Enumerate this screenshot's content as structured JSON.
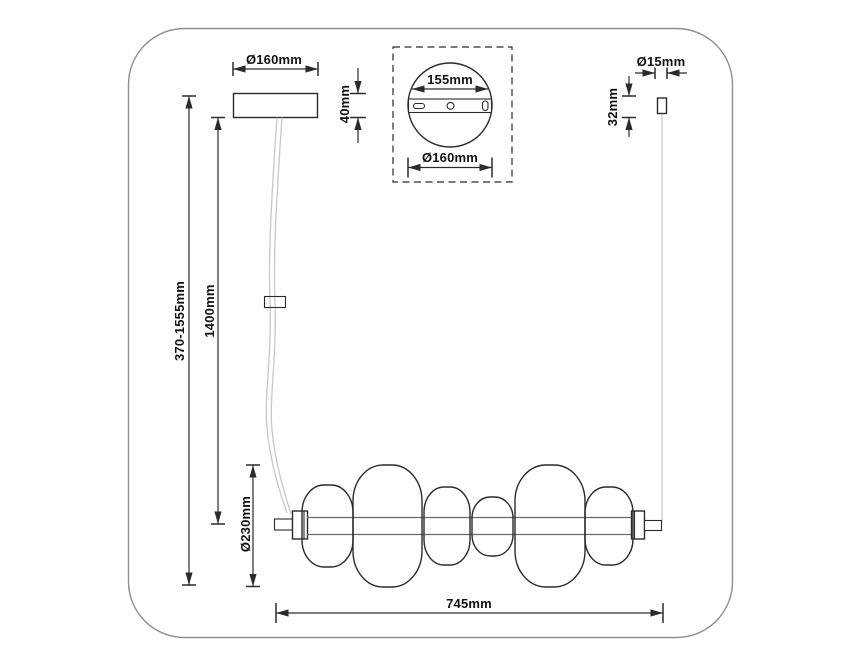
{
  "dimensions": {
    "canopy_diameter": "Ø160mm",
    "canopy_height": "40mm",
    "overall_height": "370-1555mm",
    "cord_length": "1400mm",
    "shade_diameter": "Ø230mm",
    "fixture_length": "745mm",
    "bracket_length": "155mm",
    "canopy_detail_diameter": "Ø160mm",
    "cord_grip_diameter": "Ø15mm",
    "cord_grip_height": "32mm"
  },
  "colors": {
    "line": "#2b2b2b",
    "wire": "#c8c8c8",
    "frame": "#8f8f8f",
    "text": "#111111",
    "background": "#ffffff"
  }
}
